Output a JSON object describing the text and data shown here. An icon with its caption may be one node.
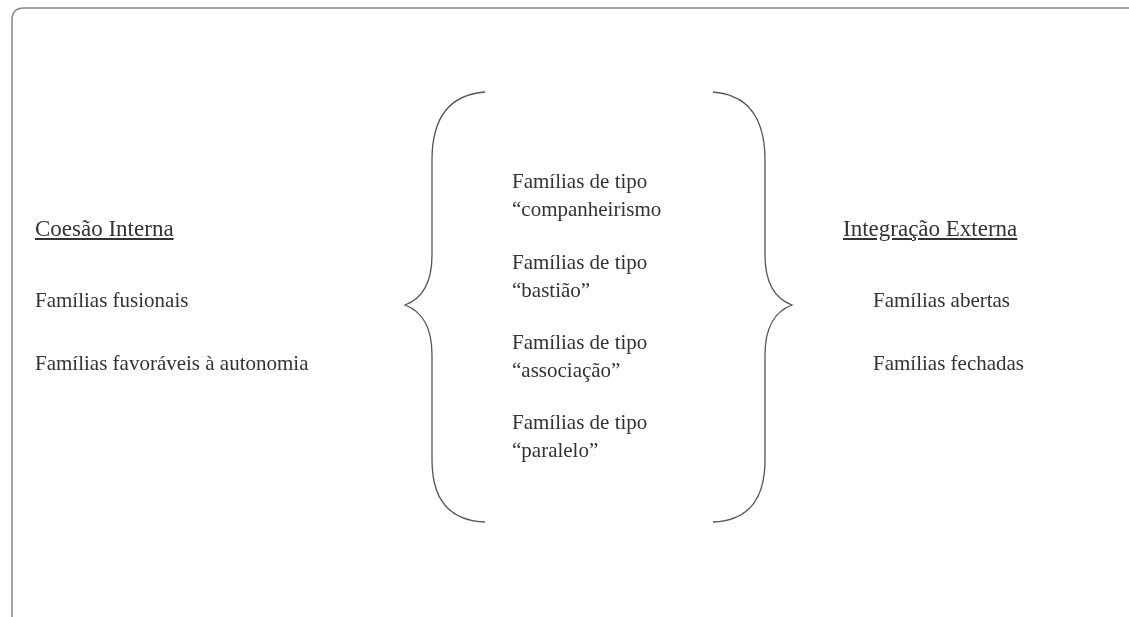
{
  "diagram": {
    "labels": [
      "Coesão Interna",
      "Famílias fusionais",
      "Famílias favoráveis à autonomia",
      "Famílias de tipo “companheirismo",
      "Famílias de tipo “bastião”",
      "Famílias de tipo “associação”",
      "Famílias de tipo “paralelo”",
      "Integração Externa",
      "Famílias abertas",
      "Famílias fechadas"
    ]
  }
}
